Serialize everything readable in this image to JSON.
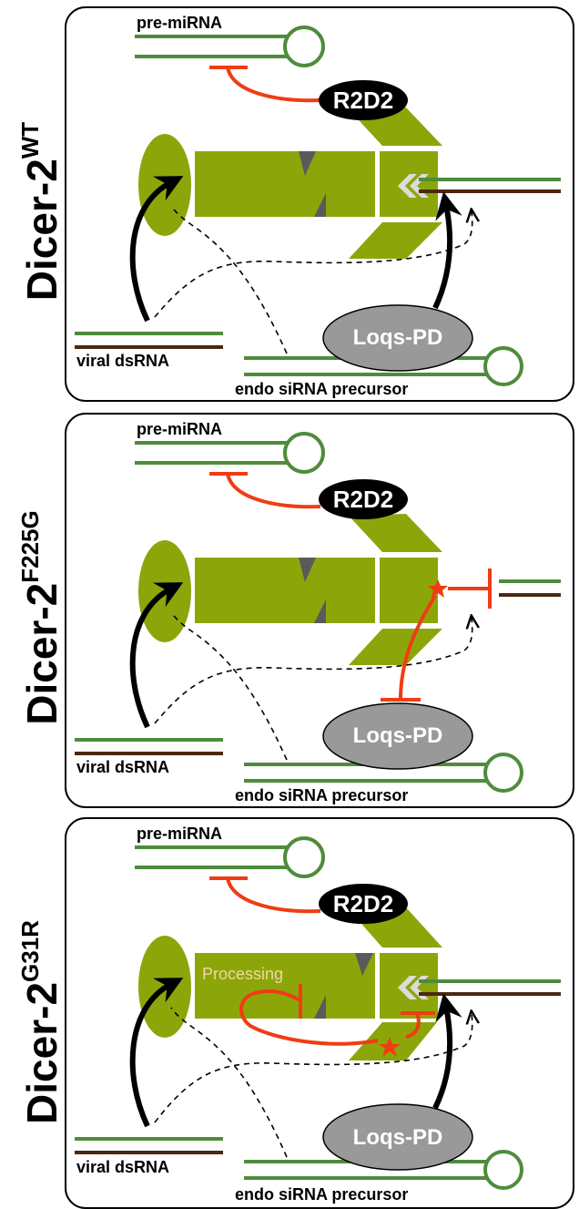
{
  "panels": [
    {
      "id": "wt",
      "title_main": "Dicer-2",
      "title_sup": "WT",
      "pre_mirna": "pre-miRNA",
      "r2d2": "R2D2",
      "loqs": "Loqs-PD",
      "viral": "viral dsRNA",
      "endo": "endo siRNA precursor",
      "processing": ""
    },
    {
      "id": "f225g",
      "title_main": "Dicer-2",
      "title_sup": "F225G",
      "pre_mirna": "pre-miRNA",
      "r2d2": "R2D2",
      "loqs": "Loqs-PD",
      "viral": "viral dsRNA",
      "endo": "endo siRNA precursor",
      "processing": ""
    },
    {
      "id": "g31r",
      "title_main": "Dicer-2",
      "title_sup": "G31R",
      "pre_mirna": "pre-miRNA",
      "r2d2": "R2D2",
      "loqs": "Loqs-PD",
      "viral": "viral dsRNA",
      "endo": "endo siRNA precursor",
      "processing": "Processing"
    }
  ],
  "colors": {
    "dicer_green": "#8ca60a",
    "dark_notch": "#5a5a5a",
    "rna_green": "#4e8c3c",
    "rna_brown": "#4a2810",
    "inhibit_red": "#f03c14",
    "r2d2_fill": "#000000",
    "loqs_fill": "#999999",
    "processing_text": "#f2d7a0",
    "border": "#000000"
  }
}
